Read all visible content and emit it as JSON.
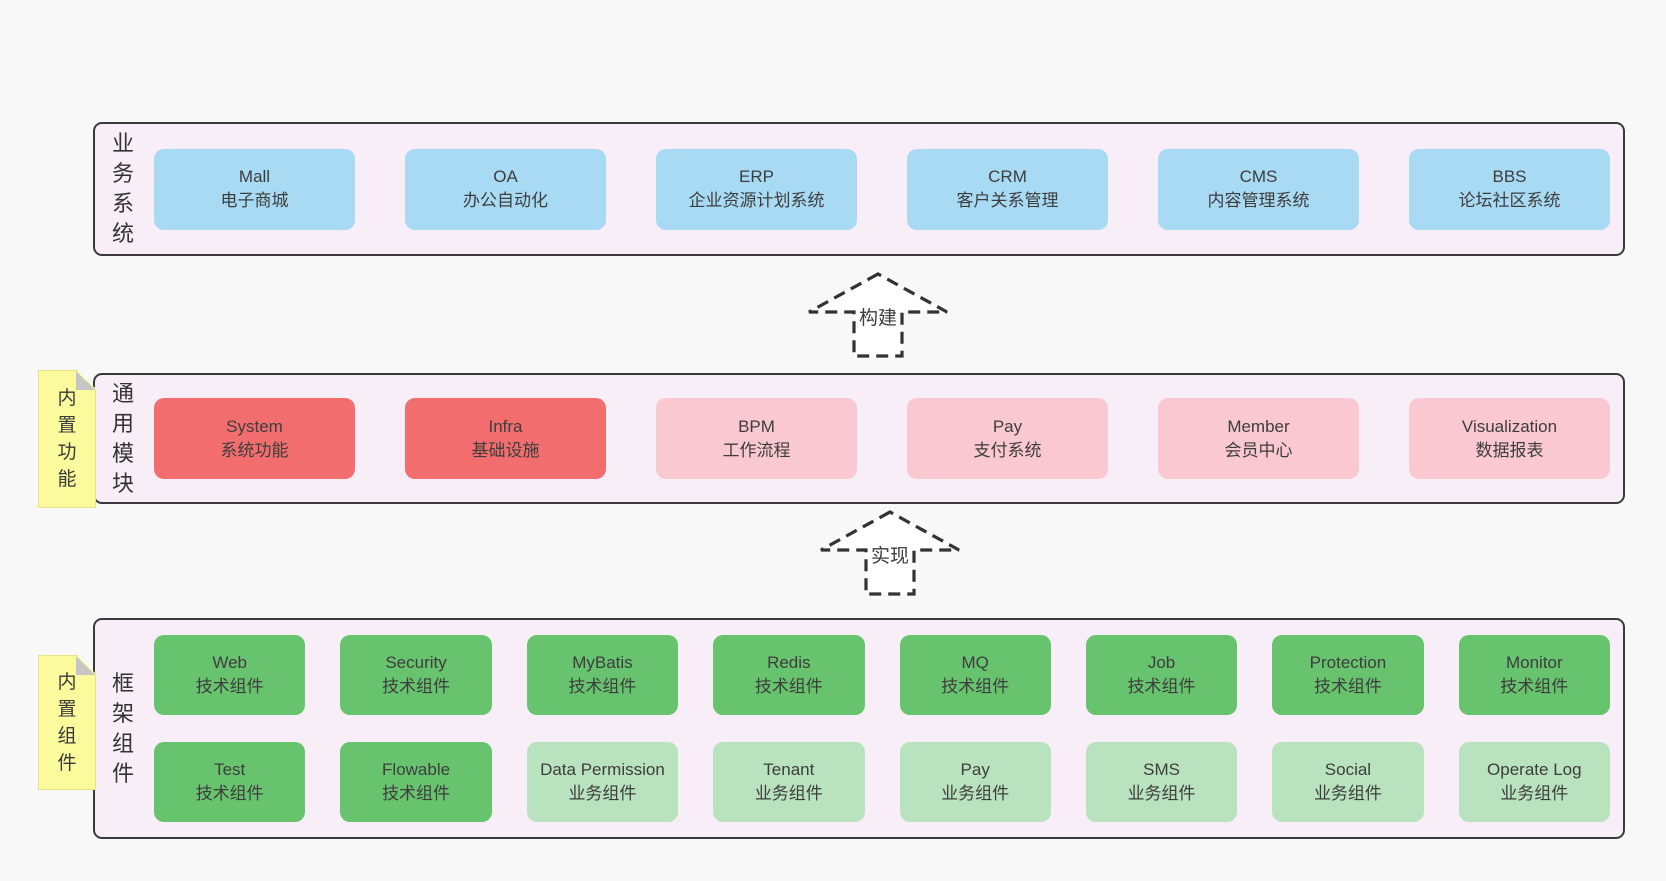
{
  "colors": {
    "page_bg": "#f8f8f8",
    "layer_bg": "#f8eef7",
    "layer_border": "#3a3a3a",
    "blue_box": "#a8daf4",
    "red_box": "#f26e6e",
    "pink_box": "#fac8d1",
    "green_box": "#68c36e",
    "light_green_box": "#b9e3be",
    "note_bg": "#fbfb9e",
    "text": "#3d3d3d"
  },
  "layers": {
    "business": {
      "label": "业务系统",
      "boxes": [
        {
          "title": "Mall",
          "subtitle": "电子商城"
        },
        {
          "title": "OA",
          "subtitle": "办公自动化"
        },
        {
          "title": "ERP",
          "subtitle": "企业资源计划系统"
        },
        {
          "title": "CRM",
          "subtitle": "客户关系管理"
        },
        {
          "title": "CMS",
          "subtitle": "内容管理系统"
        },
        {
          "title": "BBS",
          "subtitle": "论坛社区系统"
        }
      ]
    },
    "modules": {
      "label": "通用模块",
      "note": "内置功能",
      "boxes": [
        {
          "title": "System",
          "subtitle": "系统功能"
        },
        {
          "title": "Infra",
          "subtitle": "基础设施"
        },
        {
          "title": "BPM",
          "subtitle": "工作流程"
        },
        {
          "title": "Pay",
          "subtitle": "支付系统"
        },
        {
          "title": "Member",
          "subtitle": "会员中心"
        },
        {
          "title": "Visualization",
          "subtitle": "数据报表"
        }
      ]
    },
    "components": {
      "label": "框架组件",
      "note": "内置组件",
      "row1": [
        {
          "title": "Web",
          "subtitle": "技术组件"
        },
        {
          "title": "Security",
          "subtitle": "技术组件"
        },
        {
          "title": "MyBatis",
          "subtitle": "技术组件"
        },
        {
          "title": "Redis",
          "subtitle": "技术组件"
        },
        {
          "title": "MQ",
          "subtitle": "技术组件"
        },
        {
          "title": "Job",
          "subtitle": "技术组件"
        },
        {
          "title": "Protection",
          "subtitle": "技术组件"
        },
        {
          "title": "Monitor",
          "subtitle": "技术组件"
        }
      ],
      "row2": [
        {
          "title": "Test",
          "subtitle": "技术组件"
        },
        {
          "title": "Flowable",
          "subtitle": "技术组件"
        },
        {
          "title": "Data Permission",
          "subtitle": "业务组件"
        },
        {
          "title": "Tenant",
          "subtitle": "业务组件"
        },
        {
          "title": "Pay",
          "subtitle": "业务组件"
        },
        {
          "title": "SMS",
          "subtitle": "业务组件"
        },
        {
          "title": "Social",
          "subtitle": "业务组件"
        },
        {
          "title": "Operate Log",
          "subtitle": "业务组件"
        }
      ]
    }
  },
  "arrows": [
    {
      "label": "构建"
    },
    {
      "label": "实现"
    }
  ]
}
